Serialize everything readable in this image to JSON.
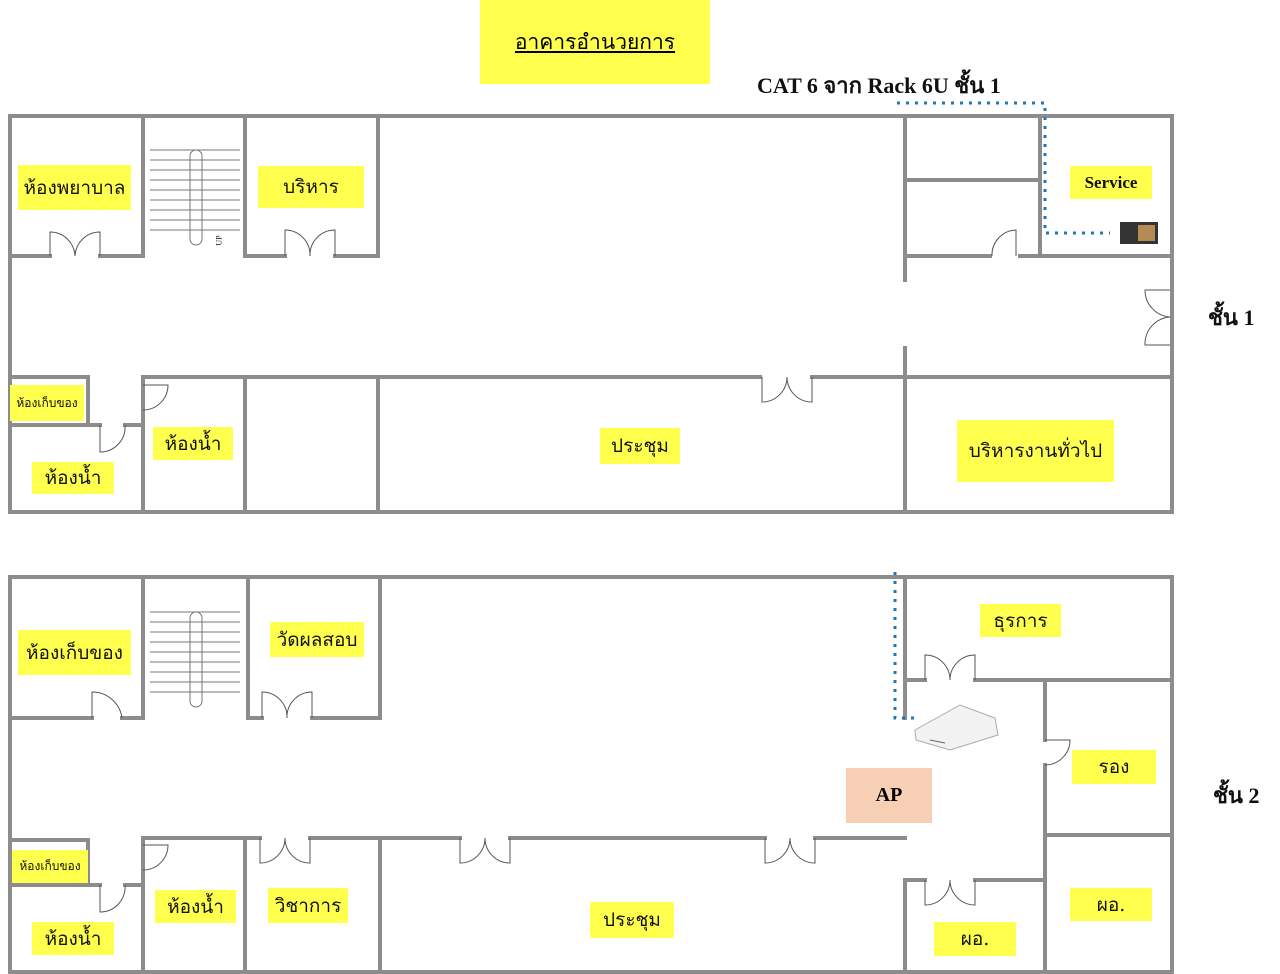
{
  "title": "อาคารอำนวยการ",
  "cable_note": "CAT 6 จาก Rack 6U ชั้น 1",
  "cable_color": "#1f77b4",
  "floor1": {
    "label": "ชั้น 1",
    "rooms": {
      "nurse": "ห้องพยาบาล",
      "admin": "บริหาร",
      "service": "Service",
      "storage": "ห้องเก็บของ",
      "toilet1": "ห้องน้ำ",
      "toilet2": "ห้องน้ำ",
      "meeting": "ประชุม",
      "general_admin": "บริหารงานทั่วไป"
    },
    "stair_mark": "UP",
    "rack_icon": "rack-cabinet-icon"
  },
  "floor2": {
    "label": "ชั้น 2",
    "rooms": {
      "storage_top": "ห้องเก็บของ",
      "evaluation": "วัดผลสอบ",
      "business": "ธุรการ",
      "deputy": "รอง",
      "storage": "ห้องเก็บของ",
      "toilet1": "ห้องน้ำ",
      "toilet2": "ห้องน้ำ",
      "academic": "วิชาการ",
      "meeting": "ประชุม",
      "director1": "ผอ.",
      "director2": "ผอ."
    },
    "ap_label": "AP",
    "ap_icon": "wireless-access-point-icon"
  }
}
